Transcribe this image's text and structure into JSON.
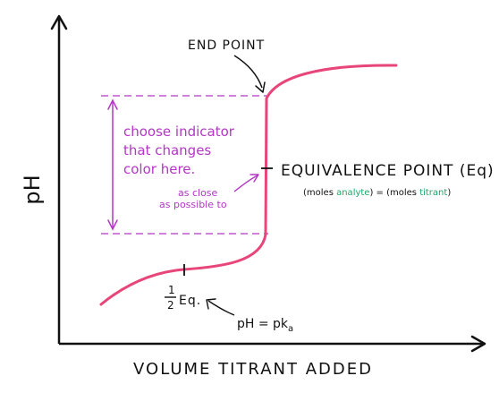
{
  "axes": {
    "y_label": "pH",
    "x_label": "VOLUME TITRANT ADDED"
  },
  "labels": {
    "end_point": "END POINT",
    "indicator_line1": "choose indicator",
    "indicator_line2": "that changes",
    "indicator_line3": "color here.",
    "close_line1": "as close",
    "close_line2": "as possible to",
    "equivalence": "EQUIVALENCE POINT (Eq)",
    "moles_open1": "(moles ",
    "moles_analyte": "analyte",
    "moles_mid": ") = (moles ",
    "moles_titrant": "titrant",
    "moles_close": ")",
    "half_num": "1",
    "half_den": "2",
    "half_eq": "Eq.",
    "ph_pka_main": "pH = pk",
    "ph_pka_sub": "a"
  },
  "colors": {
    "curve": "#e8457a",
    "indicator": "#b436c6",
    "analyte": "#1aa86a",
    "titrant": "#1aa86a",
    "ink": "#111111"
  }
}
